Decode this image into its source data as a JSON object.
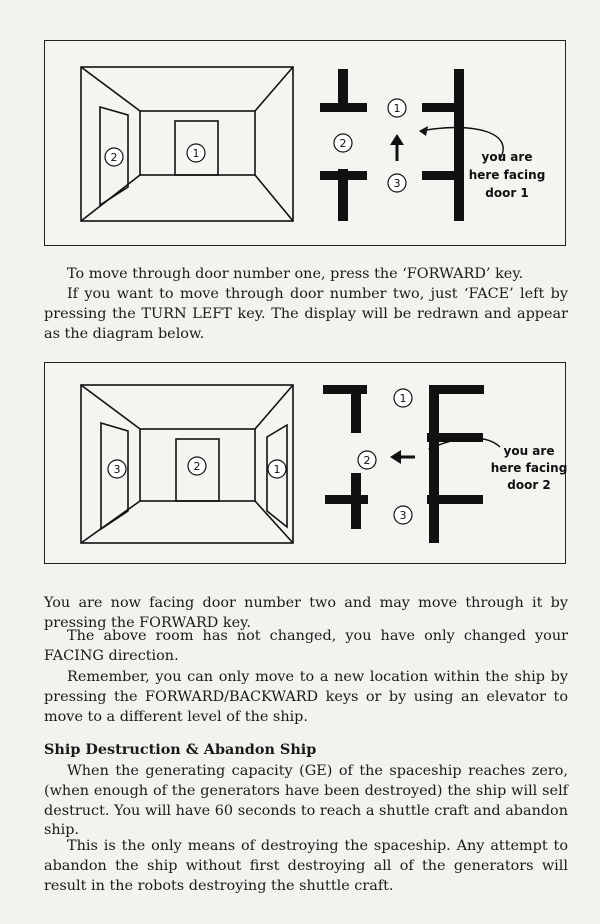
{
  "figure1": {
    "room_labels": [
      "2",
      "1"
    ],
    "map_labels": [
      "1",
      "2",
      "3"
    ],
    "caption_lines": [
      "you are",
      "here facing",
      "door 1"
    ]
  },
  "figure2": {
    "room_labels": [
      "3",
      "2",
      "1"
    ],
    "map_labels": [
      "1",
      "2",
      "3"
    ],
    "caption_lines": [
      "you are",
      "here facing",
      "door 2"
    ]
  },
  "paragraphs_top": [
    "To move through door number one, press the ‘FORWARD’ key.",
    "If you want to move through door number two, just ‘FACE’ left by pressing the TURN LEFT key. The display will be redrawn and appear as the diagram below."
  ],
  "paragraphs_mid": [
    "You are now facing door number two and may move through it by pressing the FORWARD key.",
    "The above room has not changed, you have only changed your FACING direction.",
    "Remember, you can only move to a new location within the ship by pressing the FORWARD/BACKWARD keys or by using an elevator to move to a different level of the ship."
  ],
  "section": {
    "heading": "Ship Destruction & Abandon Ship",
    "paragraphs": [
      "When the generating capacity (GE) of the spaceship reaches zero, (when enough of the generators have been destroyed) the ship will self destruct. You will have 60 seconds to reach a shuttle craft and abandon ship.",
      "This is the only means of destroying the spaceship. Any attempt to abandon the ship without first destroying all of the generators will result in the robots destroying the shuttle craft."
    ]
  }
}
